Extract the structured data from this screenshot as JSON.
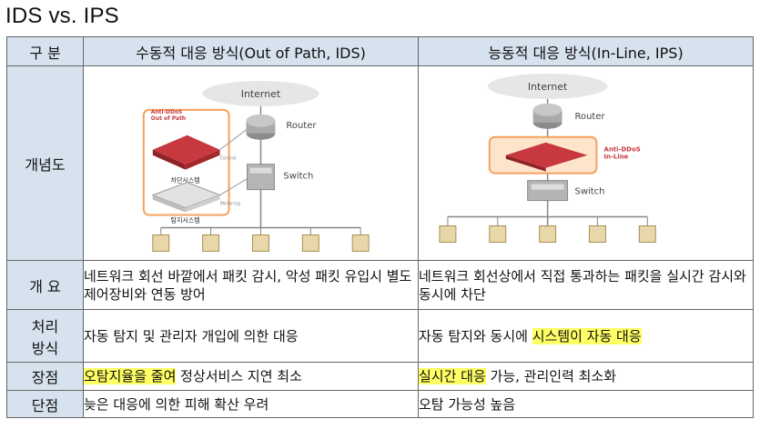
{
  "title": "IDS vs. IPS",
  "table": {
    "header": {
      "category": "구 분",
      "ids": "수동적 대응 방식(Out of Path, IDS)",
      "ips": "능동적 대응 방식(In-Line, IPS)"
    },
    "rows": {
      "diagram": {
        "label": "개념도"
      },
      "overview": {
        "label": "개 요",
        "ids": "네트워크 회선 바깥에서 패킷 감시, 악성 패킷 유입시 별도 제어장비와 연동 방어",
        "ips": "네트워크 회선상에서 직접 통과하는 패킷을 실시간 감시와 동시에 차단"
      },
      "processing": {
        "label_line1": "처리",
        "label_line2": "방식",
        "ids": "자동 탐지 및 관리자 개입에 의한 대응",
        "ips_plain": "자동 탐지와 동시에 ",
        "ips_mark": "시스템이 자동 대응"
      },
      "pros": {
        "label": "장점",
        "ids_mark": "오탐지율을 줄여",
        "ids_rest": " 정상서비스 지연 최소",
        "ips_mark": "실시간 대응",
        "ips_rest": " 가능, 관리인력 최소화"
      },
      "cons": {
        "label": "단점",
        "ids": "늦은 대응에 의한 피해 확산 우려",
        "ips": "오탐 가능성 높음"
      }
    }
  },
  "diagrams": {
    "ids": {
      "internet": "Internet",
      "router": "Router",
      "switch": "Switch",
      "ddos_line1": "Anti-DDoS",
      "ddos_line2": "Out of Path",
      "block_device": "차단시스템",
      "detect_device": "탐지시스템",
      "control": "Control",
      "mirroring": "Mirroring"
    },
    "ips": {
      "internet": "Internet",
      "router": "Router",
      "switch": "Switch",
      "ddos_line1": "Anti-DDoS",
      "ddos_line2": "In-Line"
    }
  },
  "colors": {
    "header_bg": "#d6e2ee",
    "highlight": "#ffff66",
    "ddos_red": "#c8393f",
    "ddos_box": "#f4a15c"
  }
}
